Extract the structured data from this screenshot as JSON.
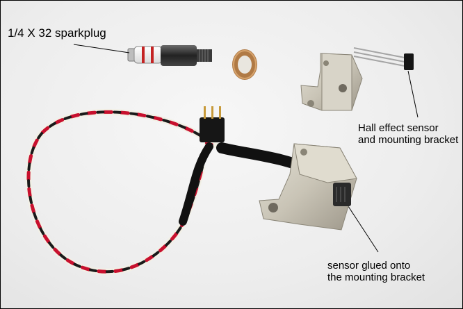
{
  "annotations": {
    "sparkplug": "1/4 X 32 sparkplug",
    "hall_sensor_line1": "Hall effect sensor",
    "hall_sensor_line2": "and mounting bracket",
    "glued_line1": "sensor glued onto",
    "glued_line2": "the mounting bracket"
  },
  "colors": {
    "background": "#ececec",
    "aluminum": "#c9c4b6",
    "wire_red": "#c8102e",
    "wire_black": "#1a1a1a",
    "wire_white": "#f2f0e6",
    "shrink_tube": "#111111",
    "copper_washer": "#b07a45"
  }
}
